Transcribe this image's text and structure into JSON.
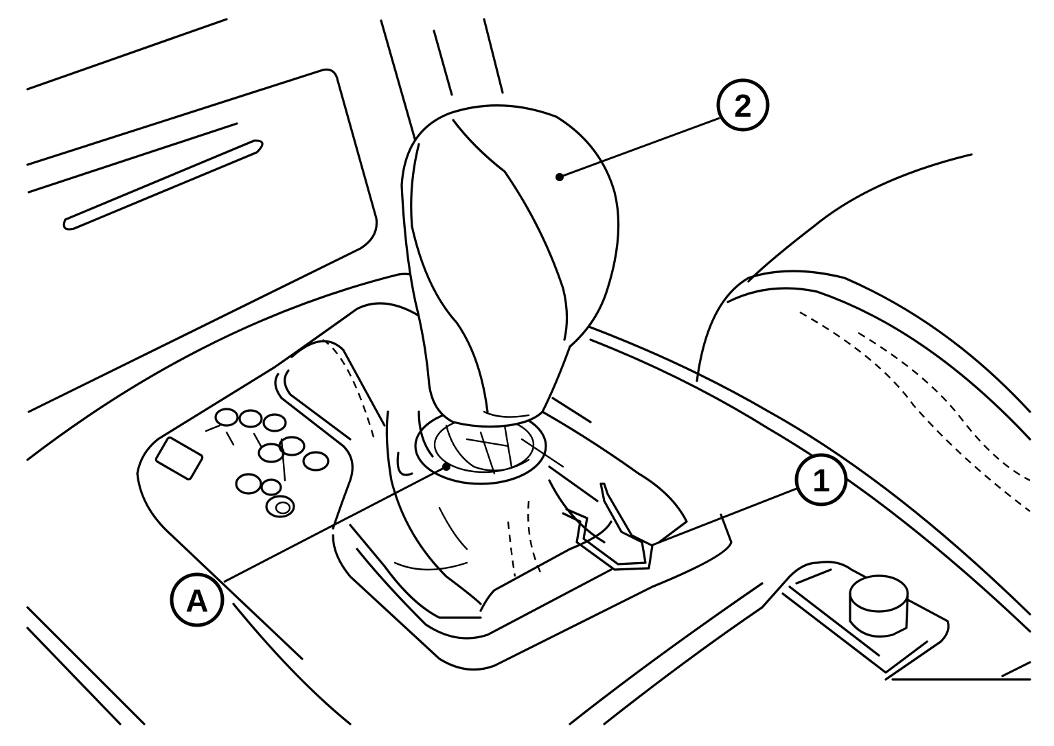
{
  "callouts": [
    {
      "id": "1",
      "label": "1",
      "part": "shift-lever-boot"
    },
    {
      "id": "2",
      "label": "2",
      "part": "shift-knob"
    },
    {
      "id": "A",
      "label": "A",
      "part": "knob-base-ring"
    }
  ],
  "colors": {
    "line": "#000000",
    "background": "#ffffff"
  }
}
